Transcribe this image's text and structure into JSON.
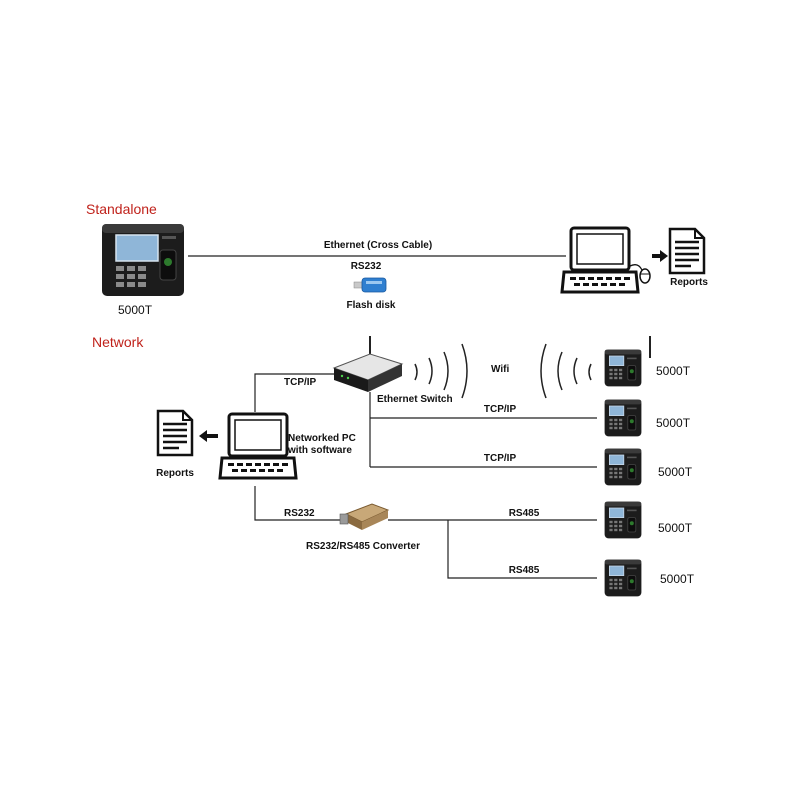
{
  "sections": {
    "standalone": "Standalone",
    "network": "Network"
  },
  "standalone": {
    "device_label": "5000T",
    "link_label": "Ethernet  (Cross Cable)",
    "rs232_label": "RS232",
    "flash_label": "Flash disk",
    "reports_label": "Reports"
  },
  "network": {
    "tcpip_pc_label": "TCP/IP",
    "switch_label": "Ethernet Switch",
    "wifi_label": "Wifi",
    "pc_label_line1": "Networked PC",
    "pc_label_line2": "with software",
    "reports_label": "Reports",
    "rs232_label": "RS232",
    "converter_label": "RS232/RS485 Converter",
    "devices": [
      {
        "label": "5000T",
        "link": "Wifi"
      },
      {
        "label": "5000T",
        "link": "TCP/IP"
      },
      {
        "label": "5000T",
        "link": "TCP/IP"
      },
      {
        "label": "5000T",
        "link": "RS485"
      },
      {
        "label": "5000T",
        "link": "RS485"
      }
    ]
  },
  "colors": {
    "section_title": "#c0221b",
    "device_body": "#1c1c1c",
    "screen": "#8fb6d8",
    "line": "#222222",
    "flash_disk": "#2f7fd0"
  }
}
